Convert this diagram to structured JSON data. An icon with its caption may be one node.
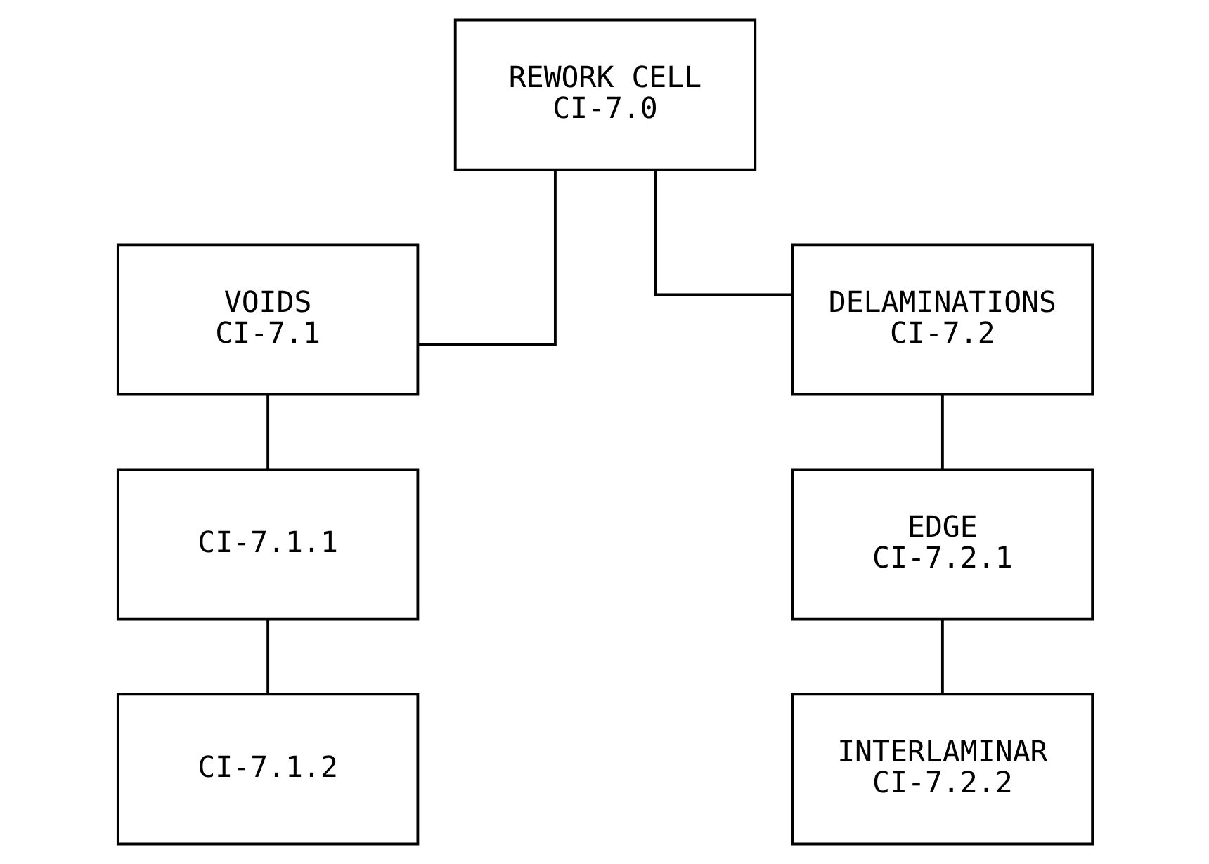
{
  "diagram": {
    "nodes": [
      {
        "text": [
          "REWORK CELL",
          "CI-7.0"
        ]
      },
      {
        "text": [
          "VOIDS",
          "CI-7.1"
        ]
      },
      {
        "text": [
          "DELAMINATIONS",
          "CI-7.2"
        ]
      },
      {
        "text": [
          "CI-7.1.1"
        ]
      },
      {
        "text": [
          "EDGE",
          "CI-7.2.1"
        ]
      },
      {
        "text": [
          "CI-7.1.2"
        ]
      },
      {
        "text": [
          "INTERLAMINAR",
          "CI-7.2.2"
        ]
      }
    ],
    "edges": [
      {
        "from": 0,
        "to": 1,
        "arrow": "none"
      },
      {
        "from": 0,
        "to": 2,
        "arrow": "none"
      },
      {
        "from": 1,
        "to": 3,
        "arrow": "none"
      },
      {
        "from": 3,
        "to": 5,
        "arrow": "none"
      },
      {
        "from": 2,
        "to": 4,
        "arrow": "none"
      },
      {
        "from": 4,
        "to": 6,
        "arrow": "none"
      }
    ]
  }
}
